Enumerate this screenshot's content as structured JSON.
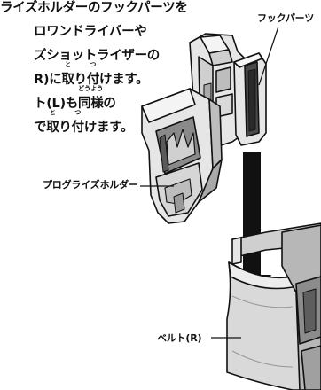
{
  "instructions": {
    "lines": [
      {
        "text": "ライズホルダーのフックパーツを"
      },
      {
        "text": "ロワンドライバーや"
      },
      {
        "text": "ズショットライザーの"
      },
      {
        "text_before": "R)に",
        "ruby1": {
          "base": "取",
          "reading": "と"
        },
        "text_mid": "り",
        "ruby2": {
          "base": "付",
          "reading": "つ"
        },
        "text_after": "けます。"
      },
      {
        "text_before": "ト(L)も",
        "ruby1": {
          "base": "同",
          "reading": "どう"
        },
        "ruby2": {
          "base": "様",
          "reading": "よう"
        },
        "text_after": "の"
      },
      {
        "text_before": "で",
        "ruby1": {
          "base": "取",
          "reading": "と"
        },
        "text_mid": "り",
        "ruby2": {
          "base": "付",
          "reading": "つ"
        },
        "text_after": "けます。"
      }
    ]
  },
  "labels": {
    "hook_parts": "フックパーツ",
    "progrise_holder": "プログライズホルダー",
    "belt_r": "ベルト(R)"
  },
  "colors": {
    "ink": "#111111",
    "part_light": "#e6e6e6",
    "part_mid": "#bdbdbd",
    "part_dark": "#6e6e6e",
    "arrow": "#111111"
  }
}
